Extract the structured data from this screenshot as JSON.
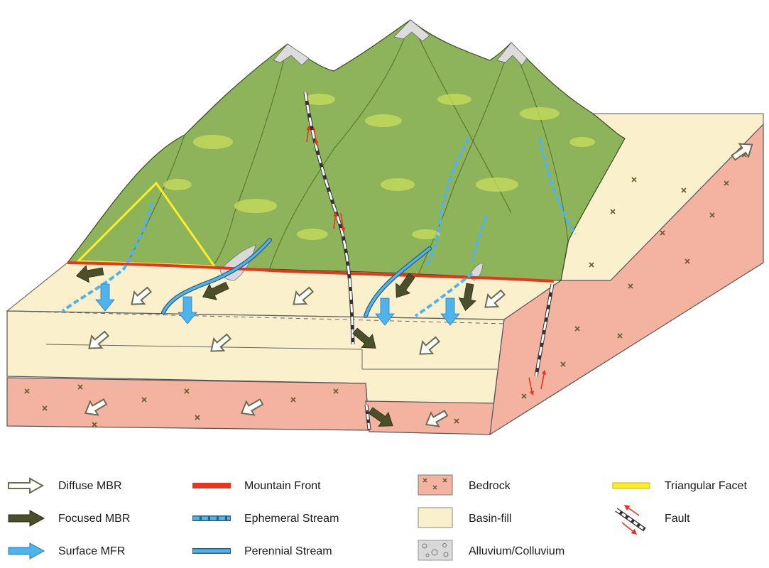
{
  "colors": {
    "diffuse_mbr": "#ffffff",
    "focused_mbr": "#4b4f2a",
    "surface_mfr": "#4fb3ee",
    "mountain_front": "#e8351c",
    "ephemeral_stream": "#4fb3ee",
    "perennial_stream": "#4fb3ee",
    "bedrock": "#f3b3a0",
    "basin_fill": "#fbf0cc",
    "triangular_facet": "#ffee22",
    "fault_arrow": "#e8351c",
    "mountain": "#8db45a",
    "snow": "#dcdcdc"
  },
  "legend": {
    "items": [
      {
        "key": "diffuse_mbr",
        "label": "Diffuse MBR",
        "icon": "hollow-arrow-icon"
      },
      {
        "key": "focused_mbr",
        "label": "Focused MBR",
        "icon": "dark-arrow-icon"
      },
      {
        "key": "surface_mfr",
        "label": "Surface MFR",
        "icon": "blue-arrow-icon"
      },
      {
        "key": "mountain_front",
        "label": "Mountain Front",
        "icon": "red-line-icon"
      },
      {
        "key": "ephemeral_stream",
        "label": "Ephemeral Stream",
        "icon": "dashed-blue-line-icon"
      },
      {
        "key": "perennial_stream",
        "label": "Perennial Stream",
        "icon": "solid-blue-line-icon"
      },
      {
        "key": "bedrock",
        "label": "Bedrock",
        "icon": "bedrock-swatch-icon"
      },
      {
        "key": "basin_fill",
        "label": "Basin-fill",
        "icon": "basin-fill-swatch-icon"
      },
      {
        "key": "alluvium",
        "label": "Alluvium/Colluvium",
        "icon": "alluvium-swatch-icon"
      },
      {
        "key": "triangular_facet",
        "label": "Triangular Facet",
        "icon": "yellow-line-icon"
      },
      {
        "key": "fault",
        "label": "Fault",
        "icon": "fault-icon"
      }
    ]
  }
}
